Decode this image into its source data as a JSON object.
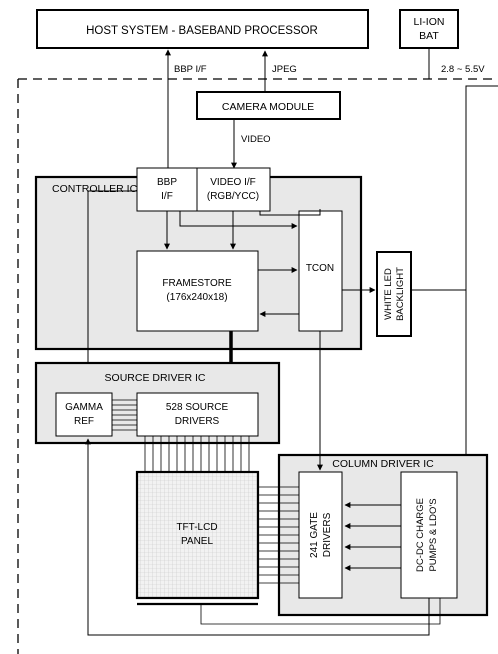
{
  "blocks": {
    "host": "HOST SYSTEM - BASEBAND PROCESSOR",
    "battery": [
      "LI-ION",
      "BAT"
    ],
    "camera": "CAMERA MODULE",
    "controller": "CONTROLLER IC",
    "bbp_if": [
      "BBP",
      "I/F"
    ],
    "video_if": [
      "VIDEO I/F",
      "(RGB/YCC)"
    ],
    "framestore": [
      "FRAMESTORE",
      "(176x240x18)"
    ],
    "tcon": "TCON",
    "backlight": [
      "WHITE LED",
      "BACKLIGHT"
    ],
    "source_driver_ic": "SOURCE DRIVER IC",
    "gamma": [
      "GAMMA",
      "REF"
    ],
    "source_drivers": [
      "528 SOURCE",
      "DRIVERS"
    ],
    "column_driver_ic": "COLUMN DRIVER IC",
    "panel": [
      "TFT-LCD",
      "PANEL"
    ],
    "gate_drivers": [
      "241 GATE",
      "DRIVERS"
    ],
    "dcdc": [
      "DC-DC CHARGE",
      "PUMPS & LDO'S"
    ]
  },
  "signals": {
    "bbp_if": "BBP I/F",
    "jpeg": "JPEG",
    "video": "VIDEO",
    "voltage": "2.8 ~ 5.5V"
  }
}
